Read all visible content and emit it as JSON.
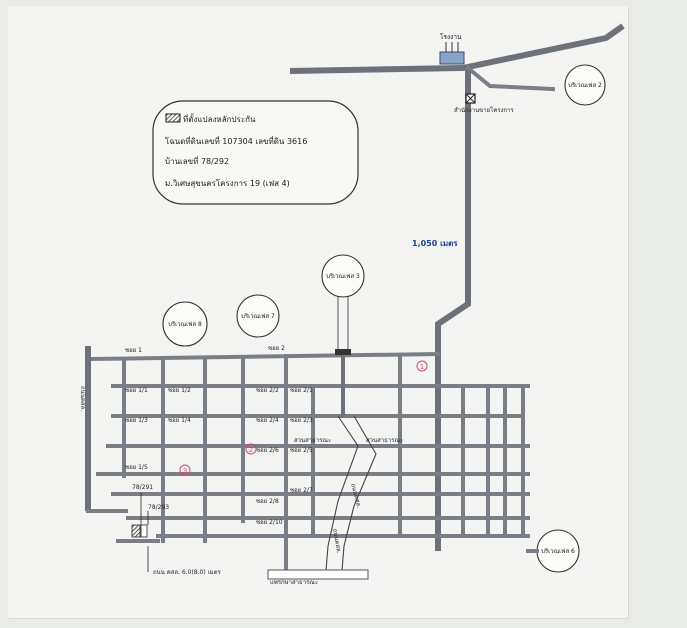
{
  "legend": {
    "title": "ที่ตั้งแปลงหลักประกัน",
    "line1": "โฉนดที่ดินเลขที่ 107304 เลขที่ดิน 3616",
    "line2": "บ้านเลขที่ 78/292",
    "line3": "ม.วิเศษสุขนครโครงการ  19 (เฟส 4)"
  },
  "landmarks": {
    "factory": "โรงงาน",
    "project_office": "สำนักงานขายโครงการ",
    "distance": "1,050 เมตร"
  },
  "phases": {
    "phase2": "บริเวณเฟส 2",
    "phase3": "บริเวณเฟส 3",
    "phase6": "บริเวณเฟส 6",
    "phase7": "บริเวณเฟส 7",
    "phase8": "บริเวณเฟส 8"
  },
  "sois": {
    "soi1": "ซอย 1",
    "soi2": "ซอย 2",
    "s1_1": "ซอย 1/1",
    "s1_2": "ซอย 1/2",
    "s1_3": "ซอย 1/3",
    "s1_4": "ซอย 1/4",
    "s1_5": "ซอย 1/5",
    "s2_1": "ซอย 2/1",
    "s2_2": "ซอย 2/2",
    "s2_3": "ซอย 2/3",
    "s2_4": "ซอย 2/4",
    "s2_5": "ซอย 2/5",
    "s2_6": "ซอย 2/6",
    "s2_7": "ซอย 2/7",
    "s2_8": "ซอย 2/8",
    "s2_10": "ซอย 2/10"
  },
  "parks": {
    "park1": "สวนสาธารณะ",
    "park2": "สวนสาธารณะ"
  },
  "houses": {
    "h1": "78/291",
    "h2": "78/293"
  },
  "markers": {
    "m1": "1",
    "m2": "2",
    "m3": "3"
  },
  "roads": {
    "left_road": "ถนนคสล.",
    "bottom_road": "ถนน คสล. 6.0(8.0) เมตร",
    "diag1": "ถนนคสล.",
    "diag2": "ถนนคสล.",
    "bottom_label": "แพรกษาสาธารณะ"
  }
}
